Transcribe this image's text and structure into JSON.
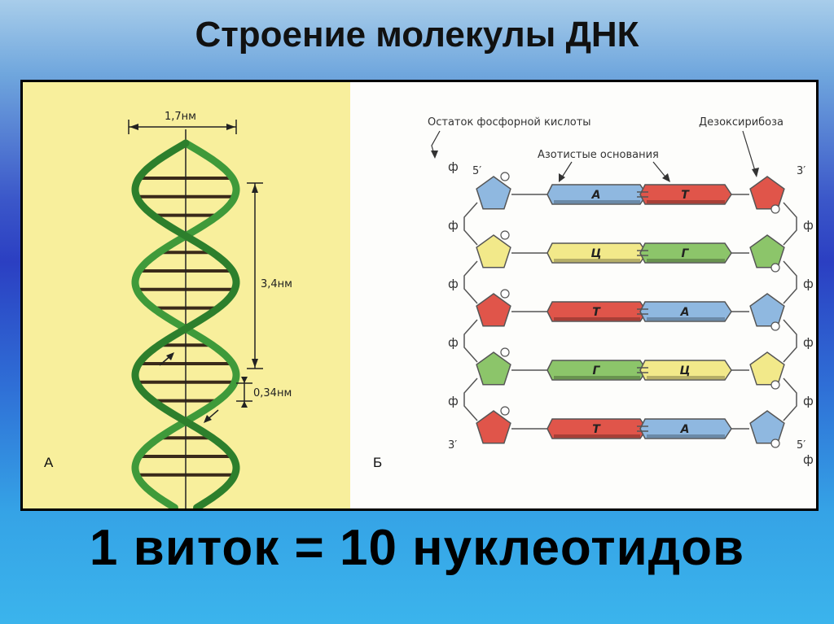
{
  "slide": {
    "title": "Строение молекулы ДНК",
    "bottom_text": "1 виток = 10 нуклеотидов"
  },
  "panel_a": {
    "letter": "А",
    "width_label": "1,7нм",
    "pitch_label": "3,4нм",
    "step_label": "0,34нм",
    "background": "#f8ef9c",
    "strand_color": "#3f9a3a"
  },
  "panel_b": {
    "letter": "Б",
    "phosphate_label": "Остаток фосфорной кислоты",
    "bases_label": "Азотистые основания",
    "sugar_label": "Дезоксирибоза",
    "phosphate_symbol": "ф",
    "prime_5": "5′",
    "prime_3": "3′",
    "pairs": [
      {
        "left": "А",
        "right": "Т",
        "left_color": "#8fb8e0",
        "right_color": "#e0554a",
        "left_sugar": "#8fb8e0",
        "right_sugar": "#e0554a"
      },
      {
        "left": "Ц",
        "right": "Г",
        "left_color": "#f2e98a",
        "right_color": "#8cc56a",
        "left_sugar": "#f2e98a",
        "right_sugar": "#8cc56a"
      },
      {
        "left": "Т",
        "right": "А",
        "left_color": "#e0554a",
        "right_color": "#8fb8e0",
        "left_sugar": "#e0554a",
        "right_sugar": "#8fb8e0"
      },
      {
        "left": "Г",
        "right": "Ц",
        "left_color": "#8cc56a",
        "right_color": "#f2e98a",
        "left_sugar": "#8cc56a",
        "right_sugar": "#f2e98a"
      },
      {
        "left": "Т",
        "right": "А",
        "left_color": "#e0554a",
        "right_color": "#8fb8e0",
        "left_sugar": "#e0554a",
        "right_sugar": "#8fb8e0"
      }
    ]
  }
}
